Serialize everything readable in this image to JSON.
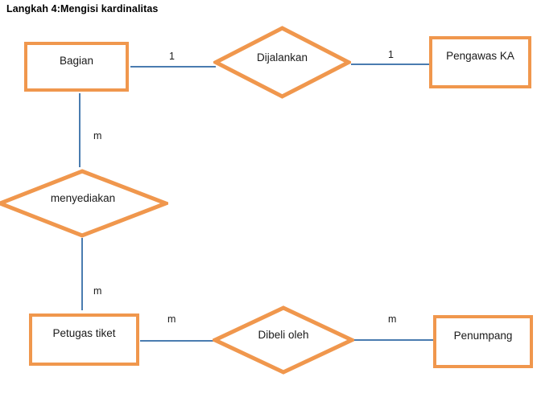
{
  "title": "Langkah 4:Mengisi kardinalitas",
  "colors": {
    "shape_border": "#F0974D",
    "connector": "#4A7CB0",
    "text": "#1A1A1A"
  },
  "diagram": {
    "entities": [
      {
        "label": "Bagian"
      },
      {
        "label": "Pengawas KA"
      },
      {
        "label": "Petugas tiket"
      },
      {
        "label": "Penumpang"
      }
    ],
    "relationships": [
      {
        "label": "Dijalankan"
      },
      {
        "label": "menyediakan"
      },
      {
        "label": "Dibeli oleh"
      }
    ],
    "cardinalities": [
      "1",
      "1",
      "m",
      "m",
      "m",
      "m"
    ]
  }
}
